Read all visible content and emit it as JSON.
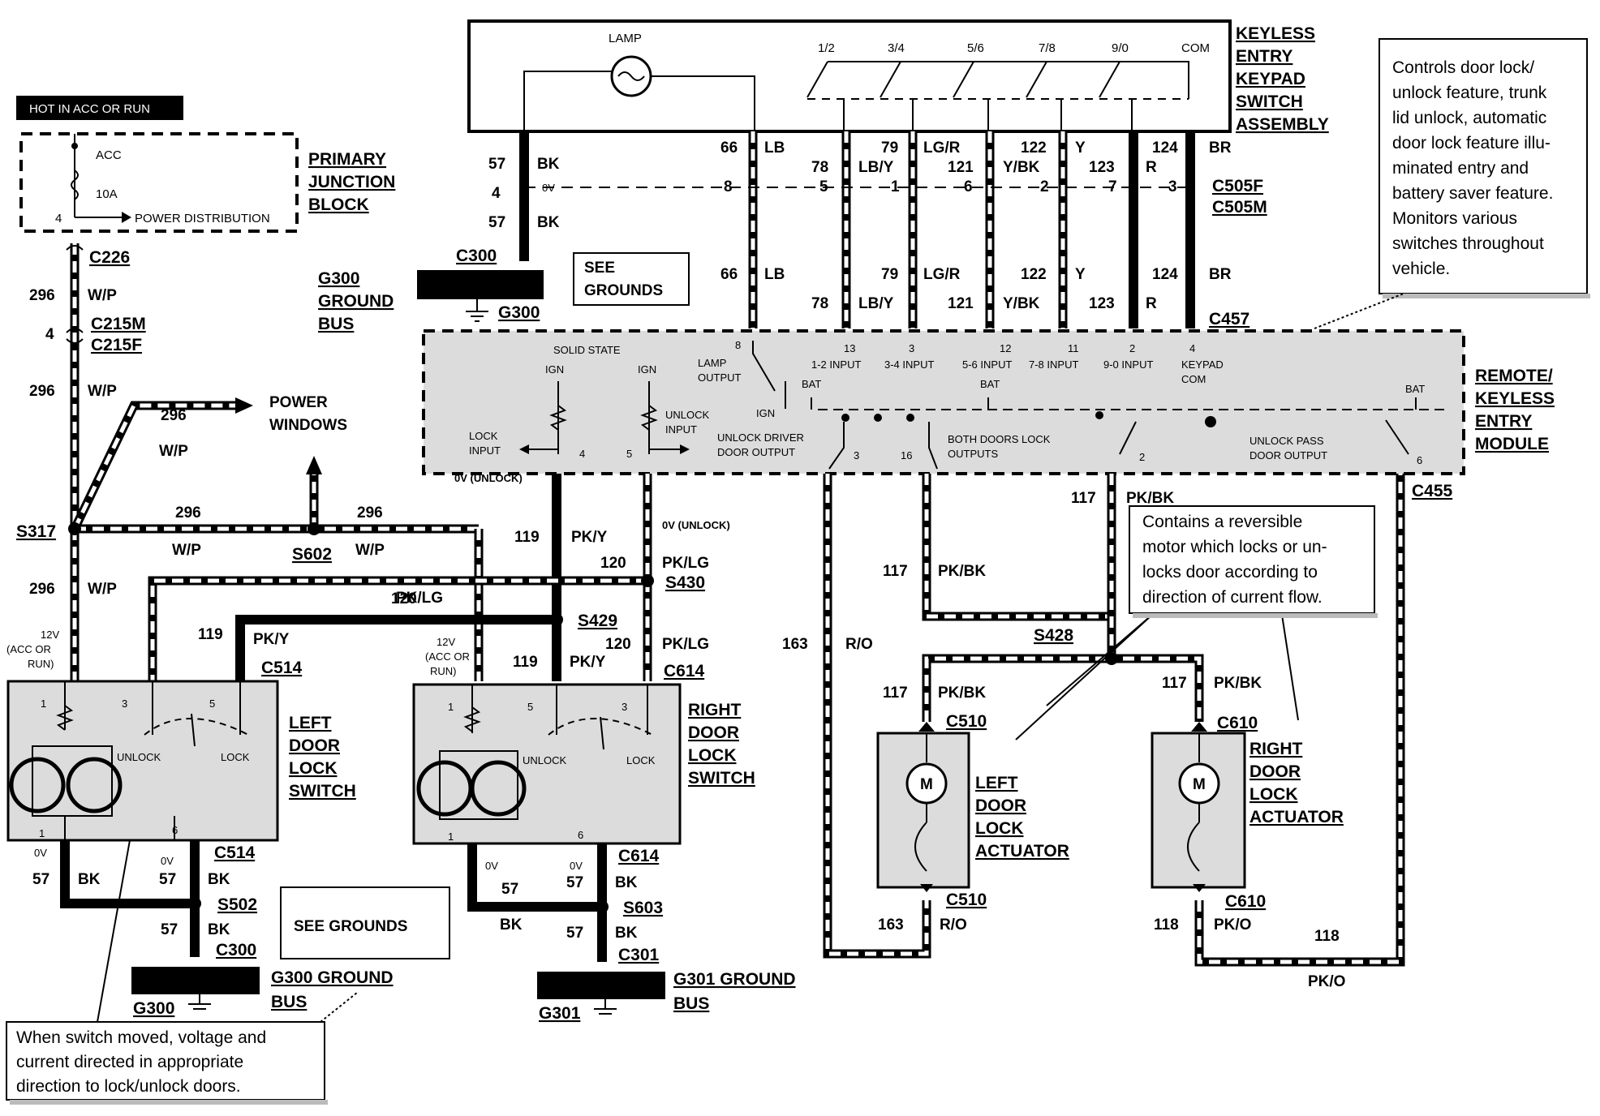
{
  "labels": {
    "hot_in_acc_run": "HOT IN ACC OR RUN",
    "acc": "ACC",
    "fuse": "10A",
    "power_dist": "POWER DISTRIBUTION",
    "pjb": [
      "PRIMARY",
      "JUNCTION",
      "BLOCK"
    ],
    "c226": "C226",
    "c215m": "C215M",
    "c215f": "C215F",
    "s317": "S317",
    "s602": "S602",
    "power_windows": [
      "POWER",
      "WINDOWS"
    ],
    "g300_bus": [
      "G300",
      "GROUND",
      "BUS"
    ],
    "c300": "C300",
    "g300": "G300",
    "see_grounds": [
      "SEE",
      "GROUNDS"
    ],
    "see_grounds2": "SEE GROUNDS",
    "lamp": "LAMP",
    "keypad_positions": [
      "1/2",
      "3/4",
      "5/6",
      "7/8",
      "9/0",
      "COM"
    ],
    "keypad_title": [
      "KEYLESS",
      "ENTRY",
      "KEYPAD",
      "SWITCH",
      "ASSEMBLY"
    ],
    "c505f": "C505F",
    "c505m": "C505M",
    "c457": "C457",
    "c455": "C455",
    "ov": "0V",
    "module_title": [
      "REMOTE/",
      "KEYLESS",
      "ENTRY",
      "MODULE"
    ],
    "module_labels": {
      "solid_state": "SOLID STATE",
      "ign": "IGN",
      "lamp_output": [
        "LAMP",
        "OUTPUT"
      ],
      "bat": "BAT",
      "input_12": "1-2 INPUT",
      "input_34": "3-4 INPUT",
      "input_56": "5-6 INPUT",
      "input_78": "7-8 INPUT",
      "input_90": "9-0 INPUT",
      "keypad_com": [
        "KEYPAD",
        "COM"
      ],
      "lock_input": [
        "LOCK",
        "INPUT"
      ],
      "unlock_input": [
        "UNLOCK",
        "INPUT"
      ],
      "unlock_driver": [
        "UNLOCK DRIVER",
        "DOOR OUTPUT"
      ],
      "both_doors": [
        "BOTH DOORS LOCK",
        "OUTPUTS"
      ],
      "unlock_pass": [
        "UNLOCK PASS",
        "DOOR OUTPUT"
      ],
      "ov_unlock": "0V (UNLOCK)"
    },
    "pins": [
      "8",
      "13",
      "3",
      "12",
      "11",
      "2",
      "4",
      "4",
      "5",
      "3",
      "16",
      "2",
      "6",
      "1",
      "6"
    ],
    "acc_or_run": [
      "12V",
      "(ACC OR",
      "RUN)"
    ],
    "s429": "S429",
    "s430": "S430",
    "c514": "C514",
    "c614": "C614",
    "unlock": "UNLOCK",
    "lock": "LOCK",
    "left_switch": [
      "LEFT",
      "DOOR",
      "LOCK",
      "SWITCH"
    ],
    "right_switch": [
      "RIGHT",
      "DOOR",
      "LOCK",
      "SWITCH"
    ],
    "s502": "S502",
    "s603": "S603",
    "c301": "C301",
    "g300_gb": [
      "G300 GROUND",
      "BUS"
    ],
    "g301_gb": [
      "G301 GROUND",
      "BUS"
    ],
    "g301": "G301",
    "s428": "S428",
    "c510": "C510",
    "c610": "C610",
    "motor": "M",
    "left_actuator": [
      "LEFT",
      "DOOR",
      "LOCK",
      "ACTUATOR"
    ],
    "right_actuator": [
      "RIGHT",
      "DOOR",
      "LOCK",
      "ACTUATOR"
    ]
  },
  "wires": {
    "296": "296",
    "wp": "W/P",
    "57": "57",
    "bk": "BK",
    "4": "4",
    "66": "66",
    "lb": "LB",
    "78": "78",
    "lby": "LB/Y",
    "79": "79",
    "lgr": "LG/R",
    "121": "121",
    "ybk": "Y/BK",
    "122": "122",
    "y": "Y",
    "123": "123",
    "r": "R",
    "124": "124",
    "br": "BR",
    "ct_8": "8",
    "ct_5": "5",
    "ct_1": "1",
    "ct_6": "6",
    "ct_2": "2",
    "ct_7": "7",
    "ct_3": "3",
    "119": "119",
    "pky": "PK/Y",
    "120": "120",
    "pklg": "PK/LG",
    "117": "117",
    "pkbk": "PK/BK",
    "163": "163",
    "ro": "R/O",
    "118": "118",
    "pko": "PK/O"
  },
  "notes": {
    "module_desc": [
      "Controls door lock/",
      "unlock feature, trunk",
      "lid unlock, automatic",
      "door lock feature illu-",
      "minated entry and",
      "battery saver feature.",
      "Monitors various",
      "switches throughout",
      "vehicle."
    ],
    "motor_desc": [
      "Contains a reversible",
      "motor which locks or un-",
      "locks door according to",
      "direction of current flow."
    ],
    "switch_desc": [
      "When switch moved, voltage and",
      "current directed in appropriate",
      "direction to lock/unlock doors."
    ]
  }
}
